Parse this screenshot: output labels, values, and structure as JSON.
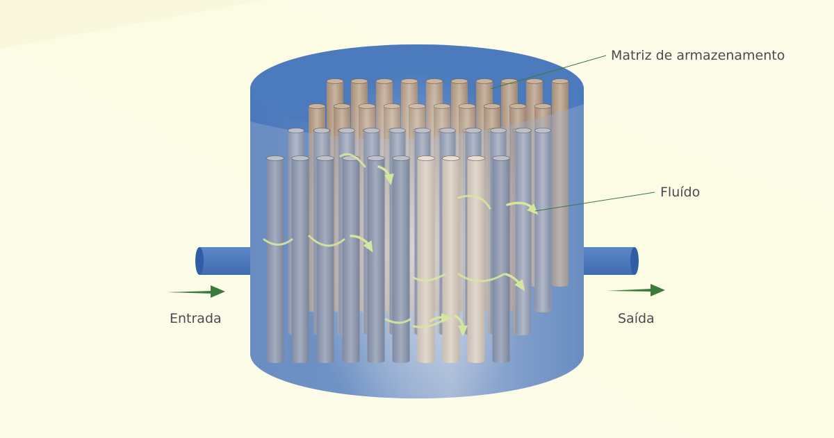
{
  "labels": {
    "storage_matrix": "Matriz de armazenamento",
    "fluid": "Fluído",
    "inlet": "Entrada",
    "outlet": "Saída"
  },
  "colors": {
    "background": "#fdfce8",
    "tank_blue": "#4b7bbd",
    "matrix_brown": "#b39c86",
    "tube_grey": "#9aa3b7",
    "flow_arrow": "#d6e6a0",
    "direction_arrow": "#3b7a3b",
    "leader_line": "#3b7a3b",
    "label_text": "#4a4a52"
  },
  "icons": {
    "inlet_arrow": "arrow-right-icon",
    "outlet_arrow": "arrow-right-icon"
  }
}
